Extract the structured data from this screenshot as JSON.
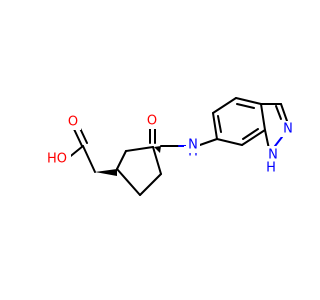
{
  "diagram": {
    "type": "chemical-structure",
    "colors": {
      "background": "#ffffff",
      "bond": "#000000",
      "oxygen": "#ff0000",
      "nitrogen": "#0000ff"
    },
    "labels": {
      "carbonyl_oxygen_right": "O",
      "carbonyl_oxygen_left": "O",
      "hydroxyl": "HO",
      "amide_nh": "N",
      "amide_h": "H",
      "pyrazole_n": "N",
      "pyrazole_nh": "N",
      "pyrazole_h": "H"
    }
  }
}
